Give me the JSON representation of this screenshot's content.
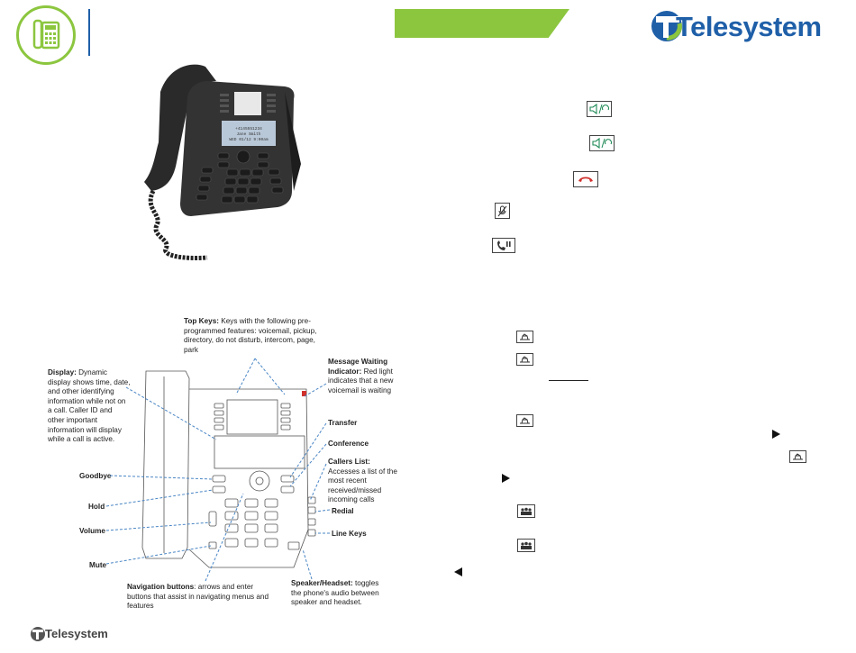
{
  "header": {
    "logo_brand": "Telesystem"
  },
  "diagram": {
    "top_keys": {
      "title": "Top Keys:",
      "text": " Keys with the following pre-programmed features: voicemail, pickup, directory, do not disturb, intercom, page, park"
    },
    "display": {
      "title": "Display:",
      "text": " Dynamic display shows time, date, and other identifying information while not on a call. Caller ID and other important information will display while a call is active."
    },
    "message_waiting": {
      "title": "Message Waiting Indicator:",
      "text": " Red light indicates that a new voicemail is waiting"
    },
    "transfer": {
      "title": "Transfer"
    },
    "conference": {
      "title": "Conference"
    },
    "callers_list": {
      "title": "Callers List:",
      "text": " Accesses a list of the most recent received/missed incoming calls"
    },
    "redial": {
      "title": "Redial"
    },
    "line_keys": {
      "title": "Line Keys"
    },
    "goodbye": {
      "title": "Goodbye"
    },
    "hold": {
      "title": "Hold"
    },
    "volume": {
      "title": "Volume"
    },
    "mute": {
      "title": "Mute"
    },
    "navigation": {
      "title": "Navigation buttons",
      "text": ": arrows and enter buttons that assist in navigating menus and features"
    },
    "speaker": {
      "title": "Speaker/Headset:",
      "text": " toggles the phone's audio between speaker and headset."
    }
  },
  "footer": {
    "logo_brand": "Telesystem"
  },
  "colors": {
    "accent_green": "#8cc63f",
    "brand_blue": "#1f5fa8",
    "callout_blue": "#4a86c5",
    "hangup_red": "#d0312d"
  }
}
